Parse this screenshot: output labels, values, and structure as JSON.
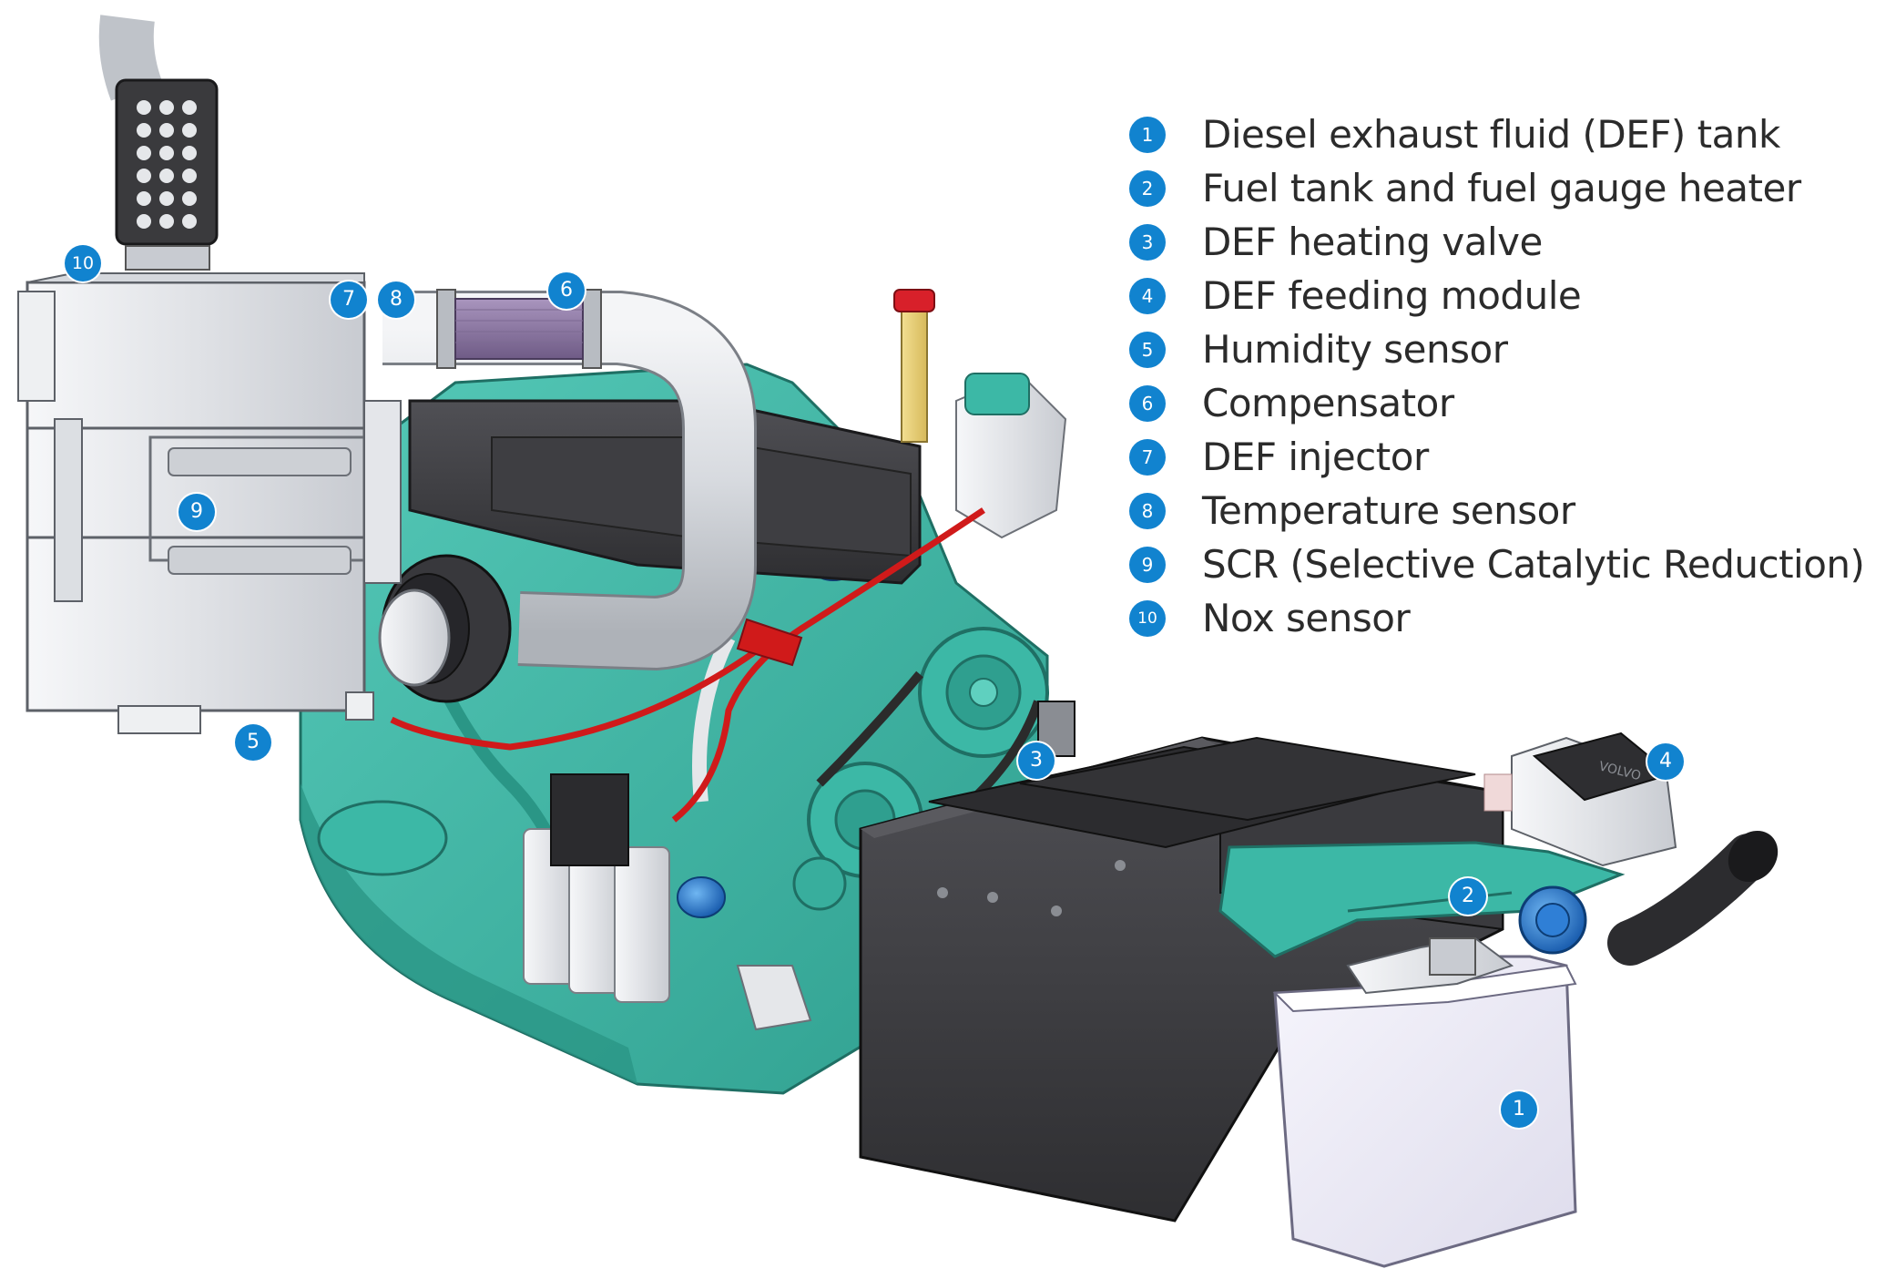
{
  "legend": [
    {
      "number": "1",
      "label": "Diesel exhaust fluid (DEF) tank"
    },
    {
      "number": "2",
      "label": "Fuel tank and fuel gauge heater"
    },
    {
      "number": "3",
      "label": "DEF heating valve"
    },
    {
      "number": "4",
      "label": "DEF feeding module"
    },
    {
      "number": "5",
      "label": "Humidity sensor"
    },
    {
      "number": "6",
      "label": "Compensator"
    },
    {
      "number": "7",
      "label": "DEF injector"
    },
    {
      "number": "8",
      "label": "Temperature sensor"
    },
    {
      "number": "9",
      "label": "SCR (Selective Catalytic Reduction)"
    },
    {
      "number": "10",
      "label": "Nox sensor"
    }
  ],
  "markers": {
    "m1": "1",
    "m2": "2",
    "m3": "3",
    "m4": "4",
    "m5": "5",
    "m6": "6",
    "m7": "7",
    "m8": "8",
    "m9": "9",
    "m10": "10"
  },
  "branding": {
    "module_logo": "VOLVO"
  },
  "colors": {
    "marker": "#1183cf",
    "engine_block": "#3dbcaa",
    "engine_block_shadow": "#2a9686",
    "tank_dark": "#3a3a3d",
    "silver": "#e4e6ea",
    "def_tank": "#efeef8",
    "filter_purple": "#8f7aa6",
    "wire_red": "#d01a1a"
  }
}
